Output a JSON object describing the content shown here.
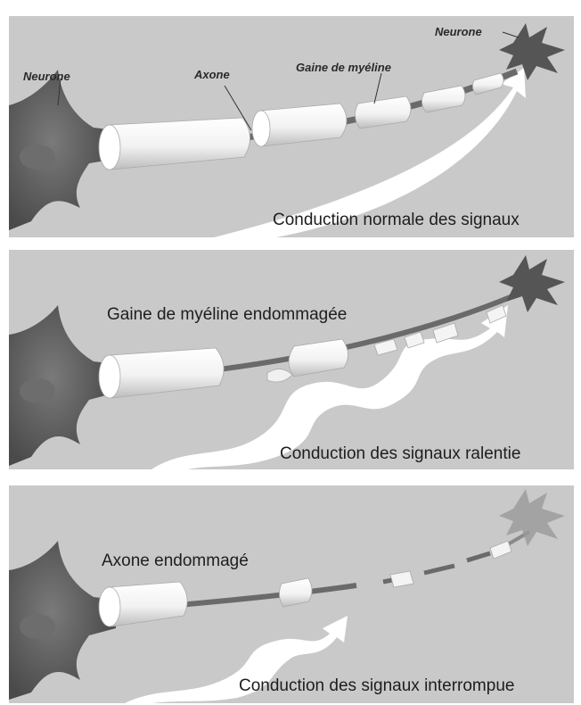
{
  "panel1": {
    "label_neuron_left": "Neurone",
    "label_axon": "Axone",
    "label_myelin": "Gaine de myéline",
    "label_neuron_right": "Neurone",
    "caption": "Conduction normale des signaux"
  },
  "panel2": {
    "title": "Gaine de myéline endommagée",
    "caption": "Conduction des signaux ralentie"
  },
  "panel3": {
    "title": "Axone endommagé",
    "caption": "Conduction des signaux interrompue"
  },
  "colors": {
    "panel_bg": "#c9c9c9",
    "neuron": "#5f5f5f",
    "myelin": "#f4f4f4",
    "axon": "#6a6a6a",
    "arrow": "#ffffff"
  }
}
